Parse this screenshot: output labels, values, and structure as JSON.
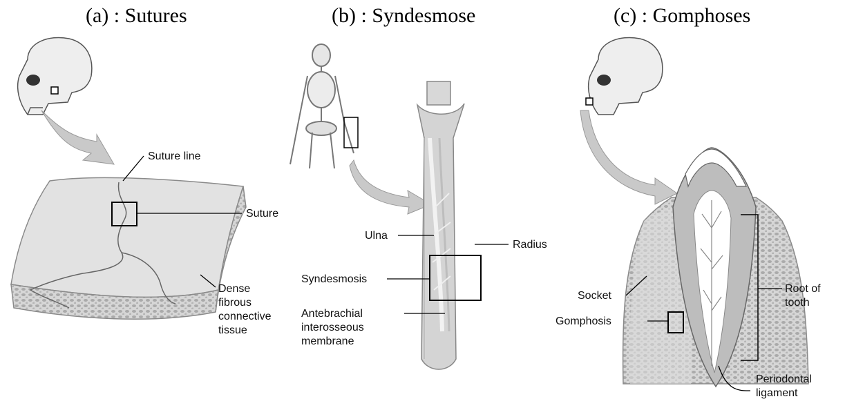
{
  "panels": {
    "a": {
      "title": "(a)   : Sutures",
      "labels": {
        "suture_line": "Suture line",
        "suture": "Suture",
        "dense_1": "Dense",
        "dense_2": "fibrous",
        "dense_3": "connective",
        "dense_4": "tissue"
      }
    },
    "b": {
      "title": "(b) : Syndesmose",
      "labels": {
        "ulna": "Ulna",
        "radius": "Radius",
        "syndesmosis": "Syndesmosis",
        "membrane_1": "Antebrachial",
        "membrane_2": "interosseous",
        "membrane_3": "membrane"
      }
    },
    "c": {
      "title": "(c) : Gomphoses",
      "labels": {
        "socket": "Socket",
        "gomphosis": "Gomphosis",
        "root_1": "Root of",
        "root_2": "tooth",
        "perio_1": "Periodontal",
        "perio_2": "ligament"
      }
    }
  },
  "colors": {
    "bone_light": "#e4e4e4",
    "bone_mid": "#c9c9c9",
    "bone_dark": "#9a9a9a",
    "outline": "#7a7a7a",
    "line": "#000000"
  }
}
